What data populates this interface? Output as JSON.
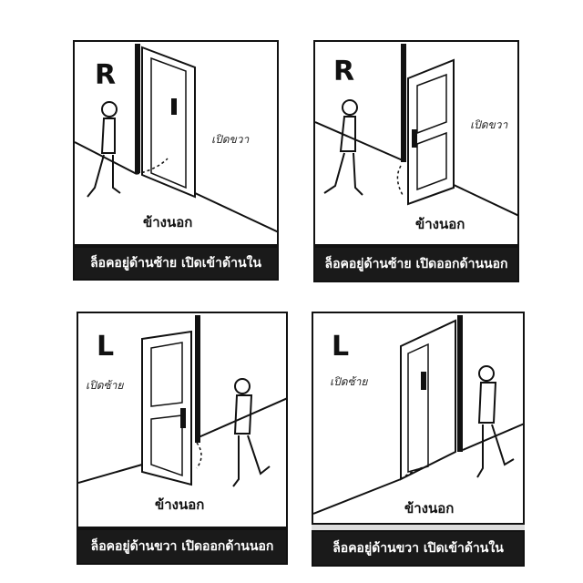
{
  "panels": [
    {
      "letter": "R",
      "open_direction": "เปิดขวา",
      "side_label": "ข้างนอก",
      "caption": "ล็อคอยู่ด้านซ้าย เปิดเข้าด้านใน"
    },
    {
      "letter": "R",
      "open_direction": "เปิดขวา",
      "side_label": "ข้างนอก",
      "caption": "ล็อคอยู่ด้านซ้าย เปิดออกด้านนอก"
    },
    {
      "letter": "L",
      "open_direction": "เปิดซ้าย",
      "side_label": "ข้างนอก",
      "caption": "ล็อคอยู่ด้านขวา เปิดออกด้านนอก"
    },
    {
      "letter": "L",
      "open_direction": "เปิดซ้าย",
      "side_label": "ข้างนอก",
      "caption": "ล็อคอยู่ด้านขวา เปิดเข้าด้านใน"
    }
  ],
  "colors": {
    "line": "#111111",
    "caption_bg": "#1a1a1a",
    "caption_text": "#ffffff"
  },
  "icons": [
    "door-icon",
    "person-icon"
  ]
}
